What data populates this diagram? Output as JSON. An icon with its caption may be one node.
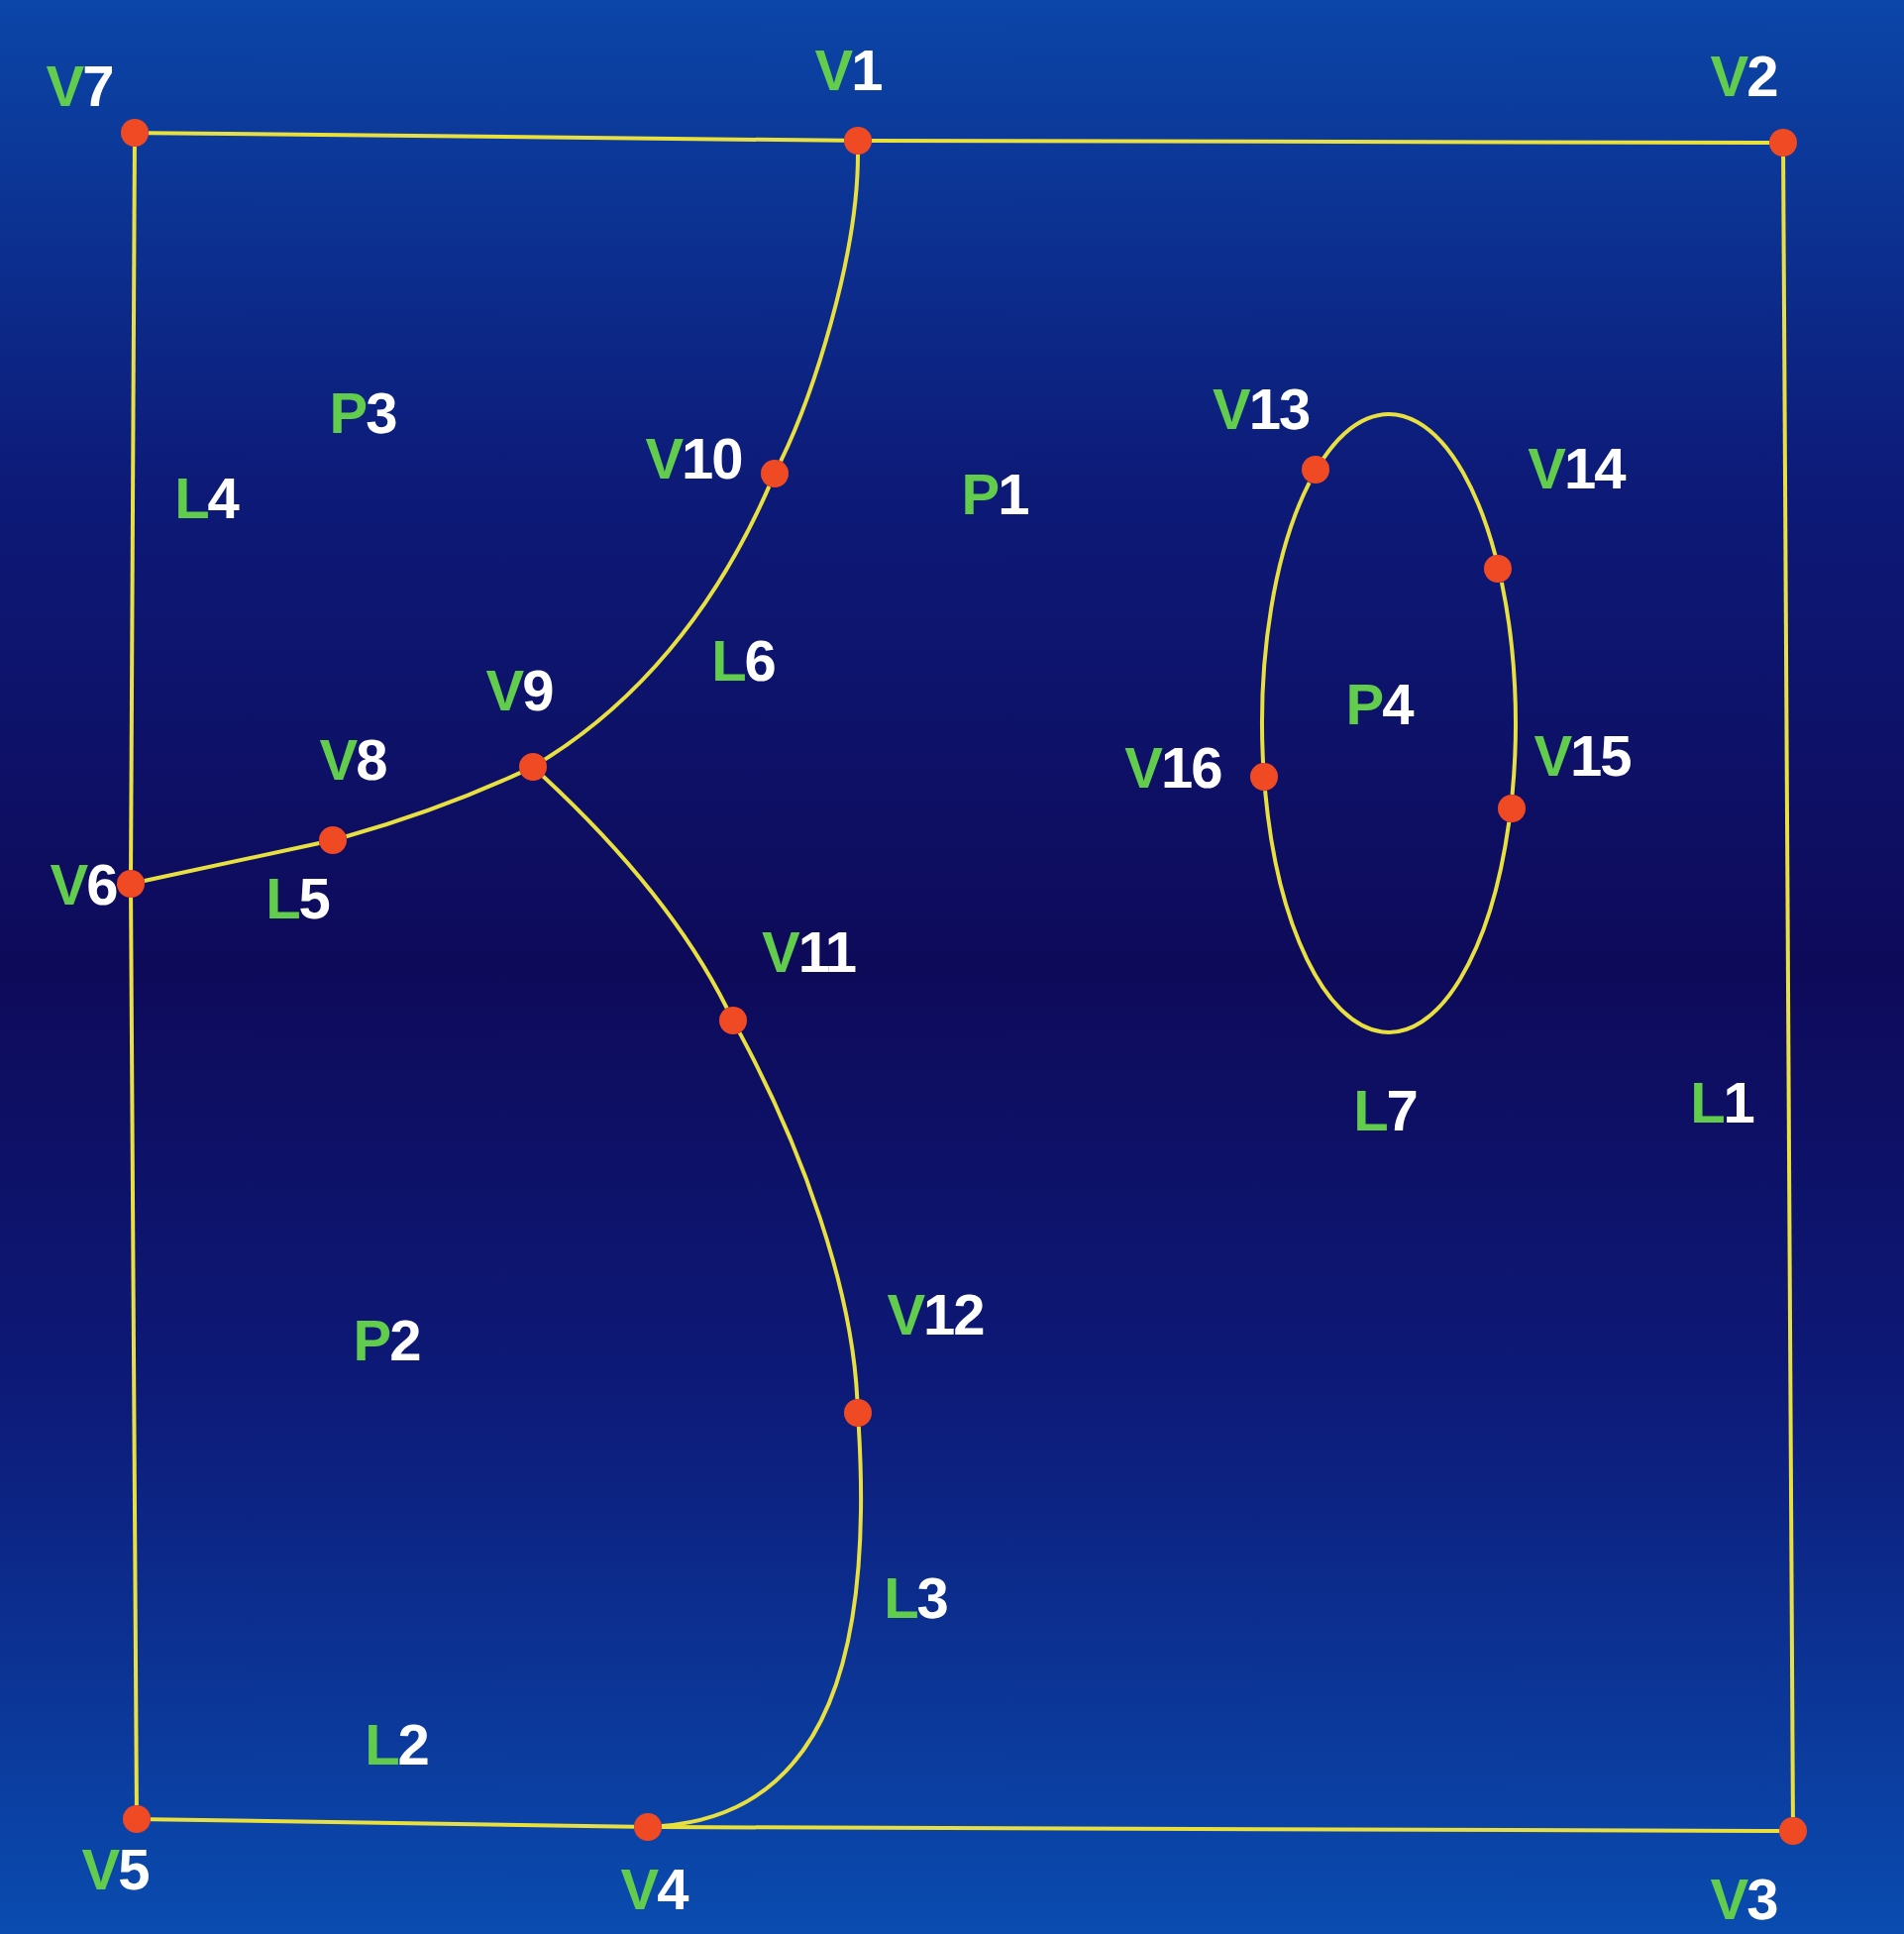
{
  "diagram": {
    "nodes": [
      {
        "text": [],
        "shape": "circle",
        "beside": [
          "V1"
        ]
      },
      {
        "text": [],
        "shape": "circle",
        "beside": [
          "V2"
        ]
      },
      {
        "text": [],
        "shape": "circle",
        "beside": [
          "V3"
        ]
      },
      {
        "text": [],
        "shape": "circle",
        "beside": [
          "V4"
        ]
      },
      {
        "text": [],
        "shape": "circle",
        "beside": [
          "V5"
        ]
      },
      {
        "text": [],
        "shape": "circle",
        "beside": [
          "V6"
        ]
      },
      {
        "text": [],
        "shape": "circle",
        "beside": [
          "V7"
        ]
      },
      {
        "text": [],
        "shape": "circle",
        "beside": [
          "V8"
        ]
      },
      {
        "text": [],
        "shape": "circle",
        "beside": [
          "V9"
        ]
      },
      {
        "text": [],
        "shape": "circle",
        "beside": [
          "V10"
        ]
      },
      {
        "text": [],
        "shape": "circle",
        "beside": [
          "V11"
        ]
      },
      {
        "text": [],
        "shape": "circle",
        "beside": [
          "V12"
        ]
      },
      {
        "text": [],
        "shape": "circle",
        "beside": [
          "V13"
        ]
      },
      {
        "text": [],
        "shape": "circle",
        "beside": [
          "V14"
        ]
      },
      {
        "text": [],
        "shape": "circle",
        "beside": [
          "V15"
        ]
      },
      {
        "text": [],
        "shape": "circle",
        "beside": [
          "V16"
        ]
      }
    ],
    "edges": [
      {
        "from": 6,
        "to": 0,
        "arrow": "none"
      },
      {
        "from": 0,
        "to": 1,
        "arrow": "none"
      },
      {
        "from": 1,
        "to": 2,
        "arrow": "none"
      },
      {
        "from": 2,
        "to": 3,
        "arrow": "none"
      },
      {
        "from": 3,
        "to": 4,
        "arrow": "none"
      },
      {
        "from": 4,
        "to": 5,
        "arrow": "none"
      },
      {
        "from": 5,
        "to": 6,
        "arrow": "none"
      },
      {
        "from": 0,
        "to": 9,
        "arrow": "none"
      },
      {
        "from": 9,
        "to": 8,
        "arrow": "none"
      },
      {
        "from": 8,
        "to": 7,
        "arrow": "none"
      },
      {
        "from": 7,
        "to": 5,
        "arrow": "none"
      },
      {
        "from": 8,
        "to": 10,
        "arrow": "none"
      },
      {
        "from": 10,
        "to": 11,
        "arrow": "none"
      },
      {
        "from": 11,
        "to": 3,
        "arrow": "none"
      },
      {
        "from": 12,
        "to": 13,
        "arrow": "none"
      },
      {
        "from": 13,
        "to": 14,
        "arrow": "none"
      },
      {
        "from": 14,
        "to": 15,
        "arrow": "none"
      },
      {
        "from": 15,
        "to": 12,
        "arrow": "none"
      }
    ],
    "labels": [
      "P3",
      "L4",
      "P1",
      "L6",
      "P4",
      "L5",
      "L7",
      "L1",
      "P2",
      "L3",
      "L2"
    ]
  }
}
